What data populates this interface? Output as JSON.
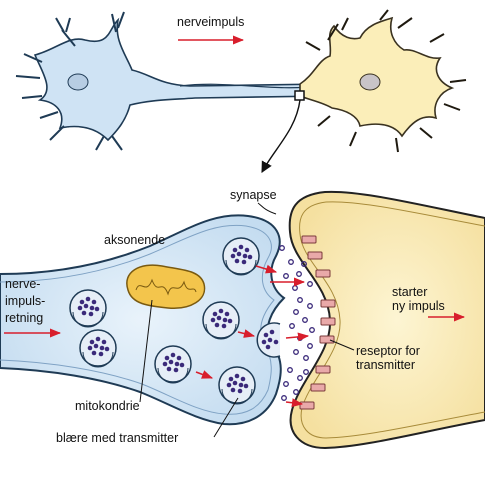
{
  "labels": {
    "nerve_impulse": "nerveimpuls",
    "synapse": "synapse",
    "axon_terminal": "aksonende",
    "direction_line1": "nerve-",
    "direction_line2": "impuls-",
    "direction_line3": "retning",
    "starts_line1": "starter",
    "starts_line2": "ny impuls",
    "receptor_line1": "reseptor for",
    "receptor_line2": "transmitter",
    "mitochondrion": "mitokondrie",
    "vesicle": "blære med transmitter"
  },
  "colors": {
    "neuron_blue": "#cfe3f4",
    "neuron_blue_outline": "#1f3b55",
    "neuron_yellow": "#fbeeb9",
    "receptor_pink": "#e9a9a9",
    "transmitter_purple": "#3b2a7a",
    "arrow_red": "#d81e2c",
    "mitochondrion_orange": "#f3c54c"
  }
}
